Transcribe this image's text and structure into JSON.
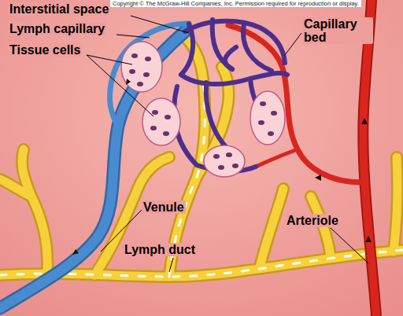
{
  "diagram": {
    "labels": [
      "Copyright © The McGraw-Hill Companies, Inc. Permission required for reproduction or display.",
      "Interstitial space",
      "Lymph capillary",
      "Tissue cells",
      "Capillary bed",
      "Venule",
      "Lymph duct",
      "Arteriole"
    ]
  }
}
